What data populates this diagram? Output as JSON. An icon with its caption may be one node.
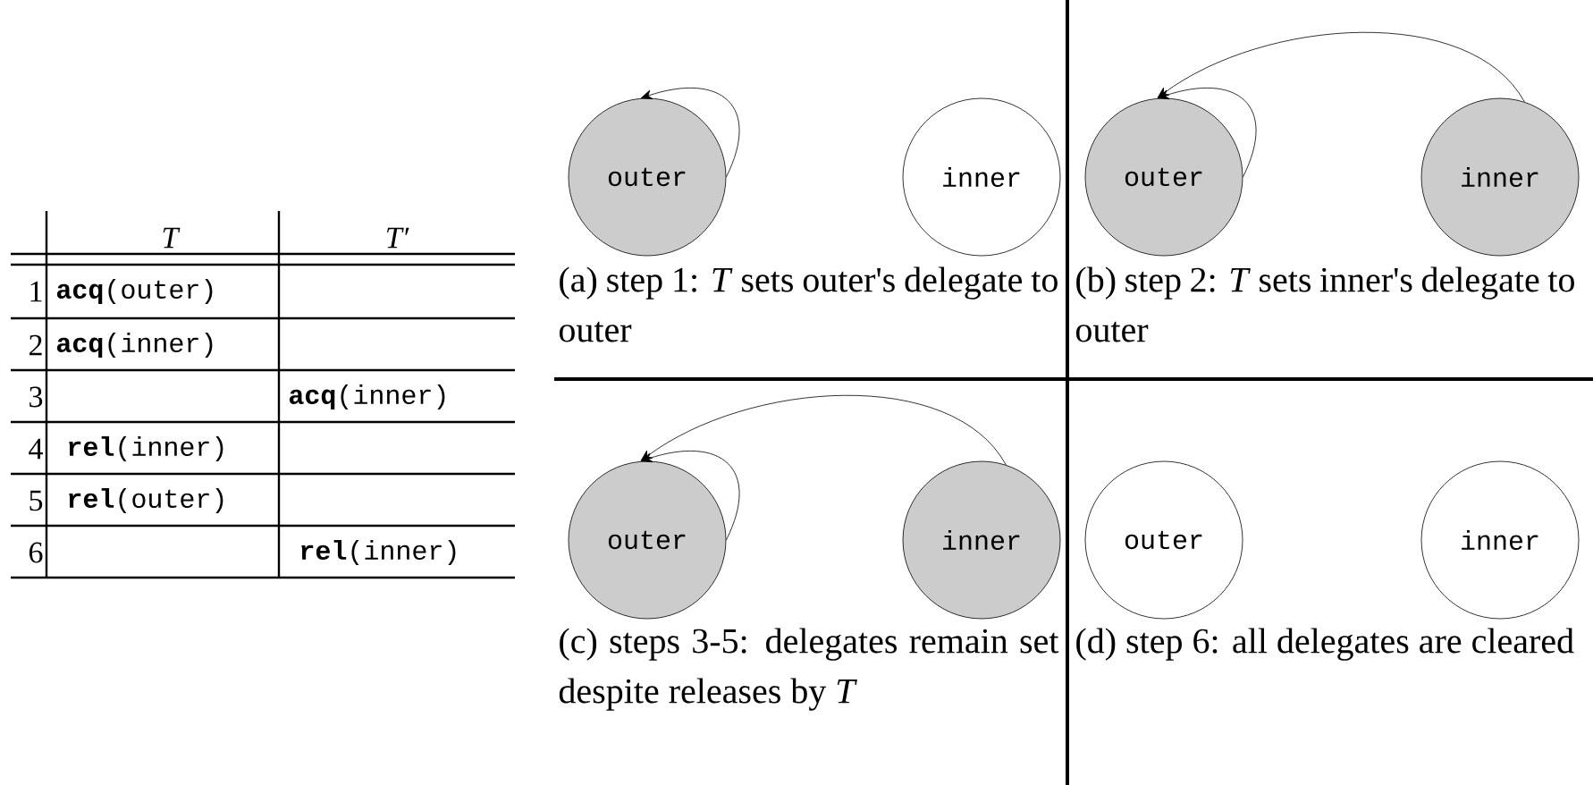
{
  "diagram": {
    "nodes": [
      {
        "text": [
          "outer"
        ]
      },
      {
        "text": [
          "inner"
        ]
      },
      {
        "text": [
          "outer"
        ]
      },
      {
        "text": [
          "inner"
        ]
      },
      {
        "text": [
          "outer"
        ]
      },
      {
        "text": [
          "inner"
        ]
      },
      {
        "text": [
          "outer"
        ]
      },
      {
        "text": [
          "inner"
        ]
      }
    ],
    "edges": [
      {
        "from": 0,
        "to": 0,
        "arrow": "to"
      },
      {
        "from": 2,
        "to": 2,
        "arrow": "to"
      },
      {
        "from": 3,
        "to": 2,
        "arrow": "to"
      },
      {
        "from": 4,
        "to": 4,
        "arrow": "to"
      },
      {
        "from": 5,
        "to": 4,
        "arrow": "to"
      }
    ],
    "labels": [
      "T",
      "*T*′",
      "1",
      "**acq**(outer)",
      "2",
      "**acq**(inner)",
      "3",
      "**acq**(inner)",
      "4",
      "**rel**(inner)",
      "5",
      "**rel**(outer)",
      "6",
      "**rel**(inner)",
      "(a) step 1: *T* sets outer's delegate to outer",
      "(b) step 2: *T* sets inner's delegate to outer",
      "(c) steps 3-5: delegates remain set despite releases by *T*",
      "(d) step 6: all delegates are cleared"
    ]
  }
}
